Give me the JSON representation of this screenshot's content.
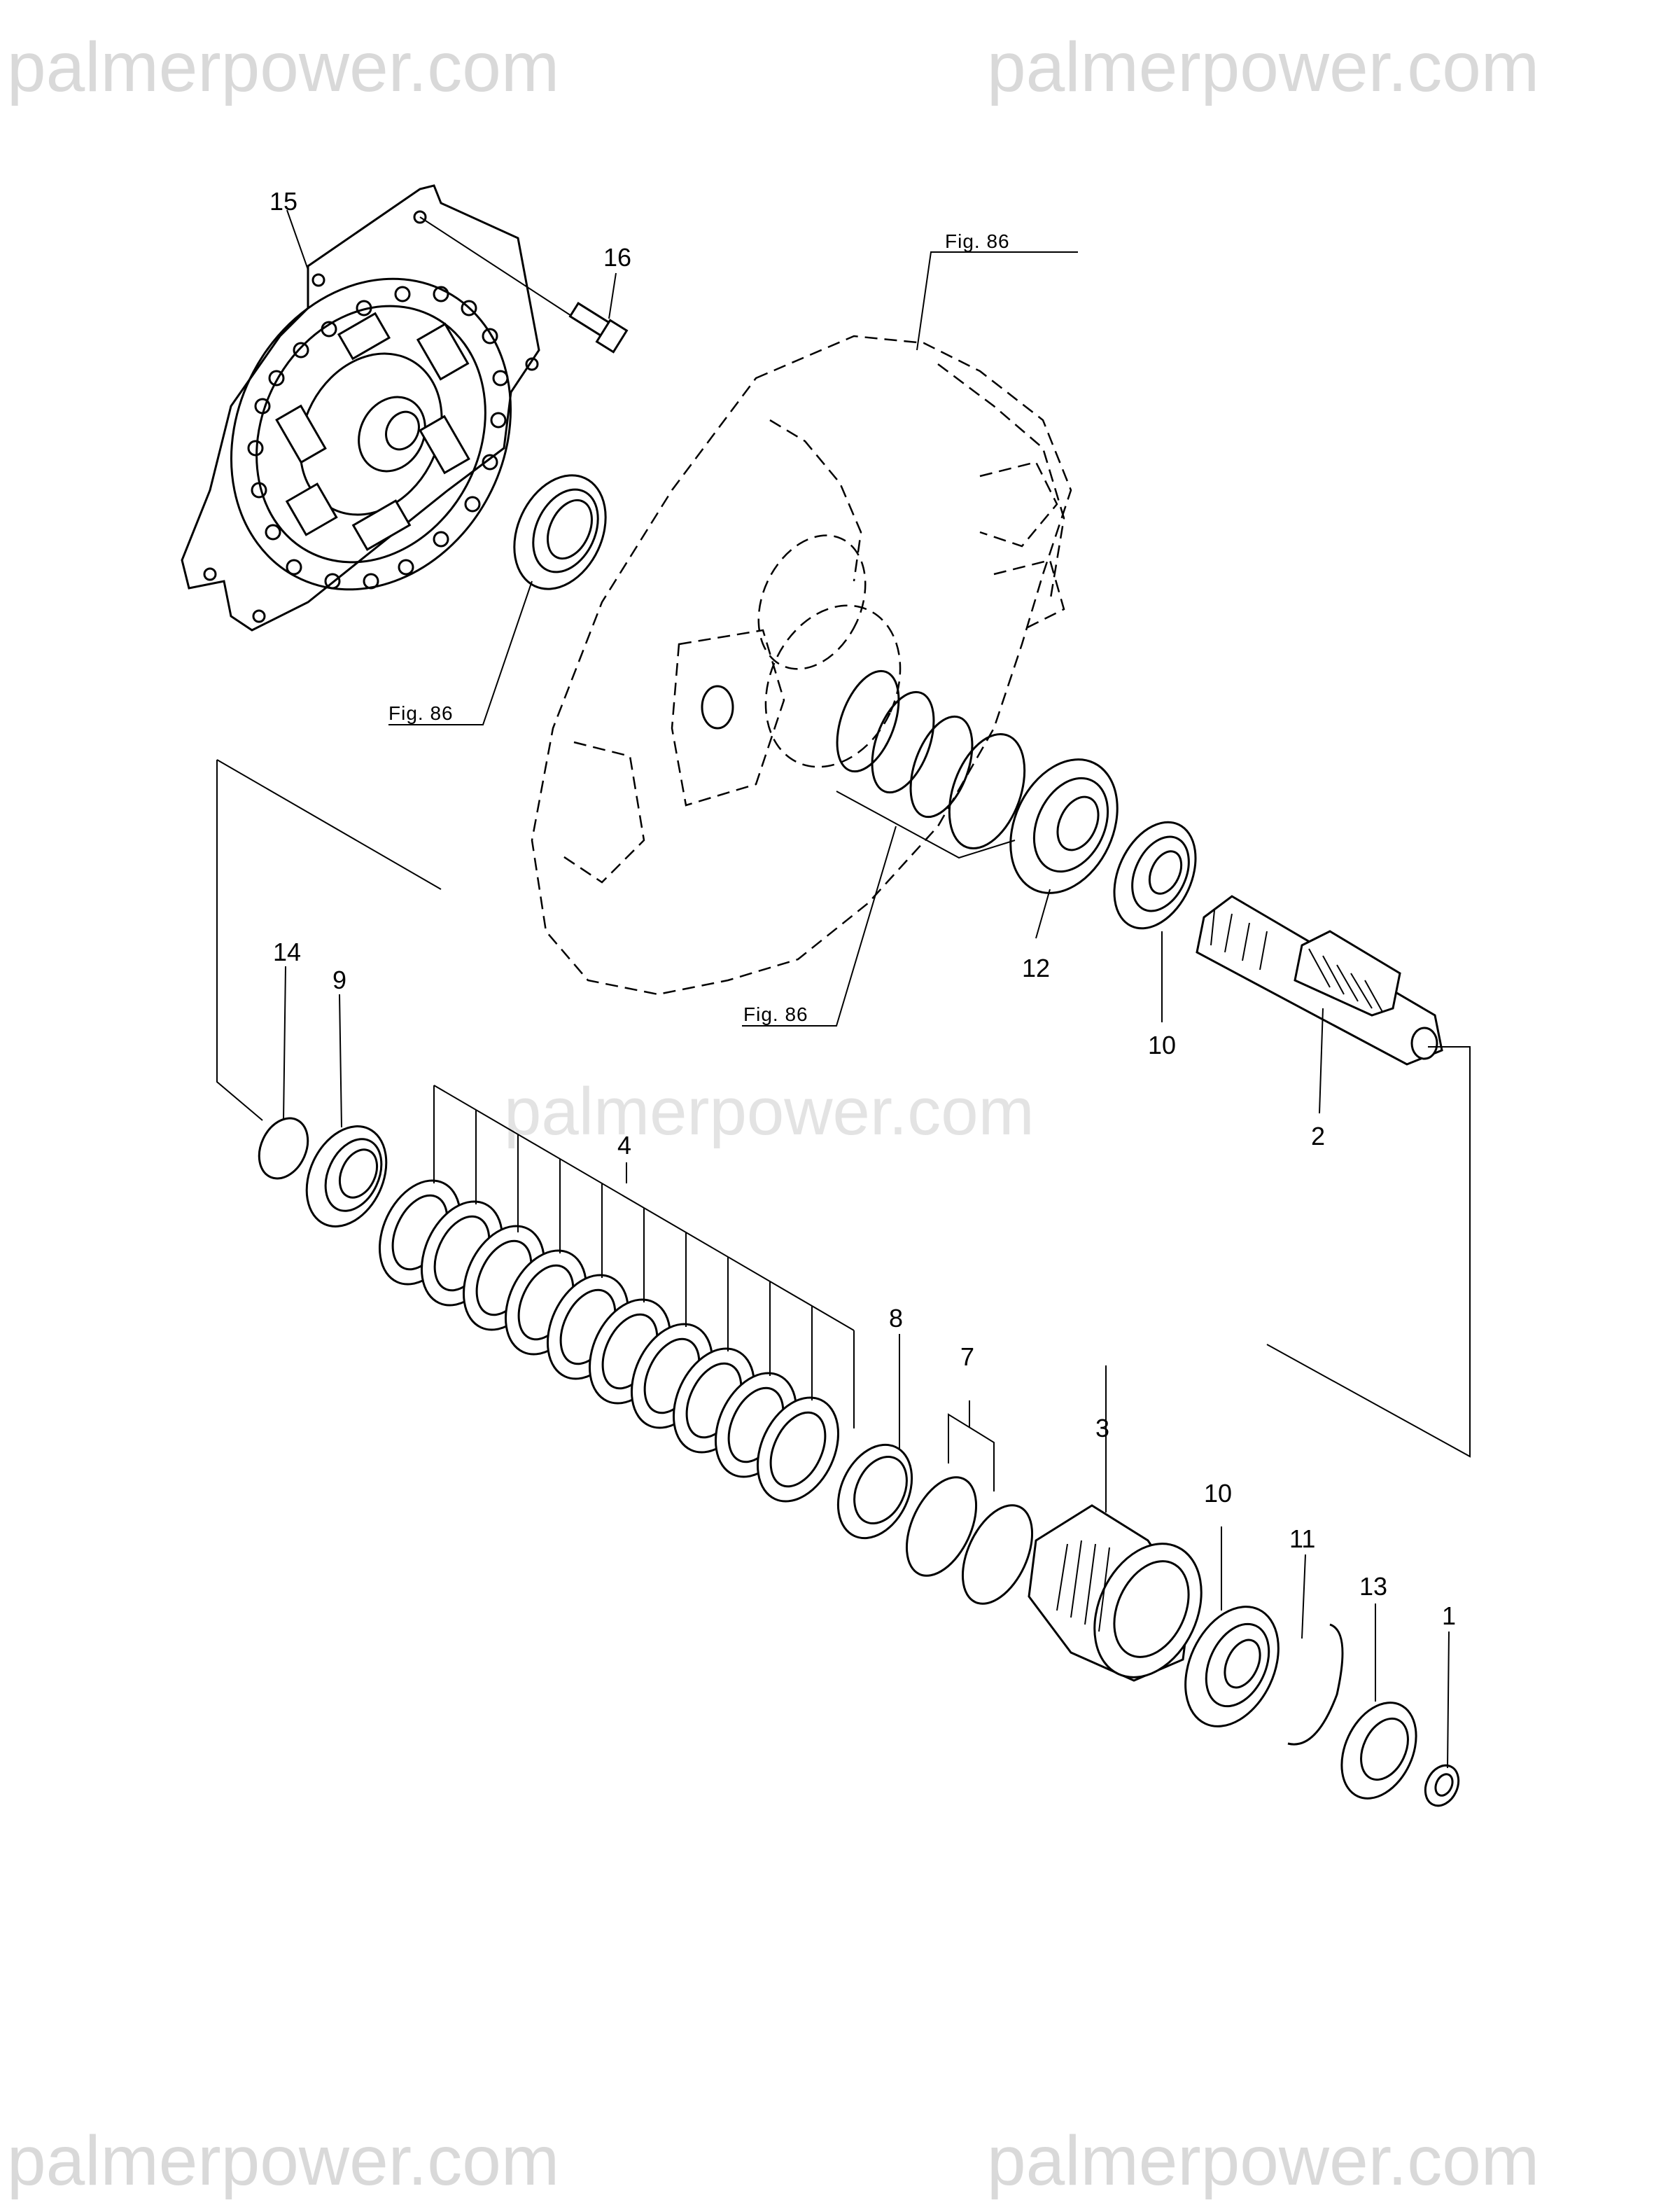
{
  "watermarks": {
    "top_left": "palmerpower.com",
    "top_right": "palmerpower.com",
    "middle": "palmerpower.com",
    "bottom_left": "palmerpower.com",
    "bottom_right": "palmerpower.com"
  },
  "figure_refs": {
    "top": "Fig. 86",
    "left": "Fig. 86",
    "bottom": "Fig. 86"
  },
  "callouts": {
    "c15": "15",
    "c16": "16",
    "c14": "14",
    "c9": "9",
    "c4": "4",
    "c12": "12",
    "c10a": "10",
    "c2": "2",
    "c8": "8",
    "c7": "7",
    "c3": "3",
    "c10b": "10",
    "c11": "11",
    "c13": "13",
    "c1": "1"
  }
}
